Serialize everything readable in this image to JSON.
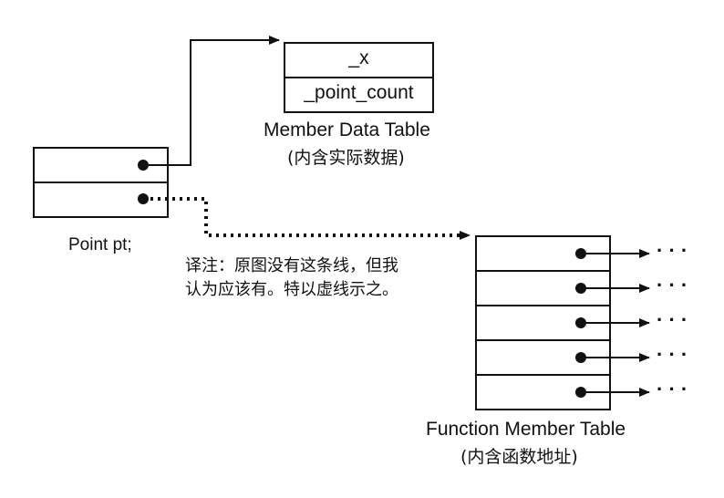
{
  "point_object": {
    "caption": "Point pt;",
    "slots": [
      "",
      ""
    ]
  },
  "member_data_table": {
    "title": "Member Data Table",
    "subtitle": "(内含实际数据)",
    "rows": [
      "_x",
      "_point_count"
    ]
  },
  "function_member_table": {
    "title": "Function Member Table",
    "subtitle": "(内含函数地址)",
    "row_count": 5,
    "ellipsis": "· · ·"
  },
  "note": {
    "line1": "译注：原图没有这条线，但我",
    "line2": "认为应该有。特以虚线示之。"
  },
  "colors": {
    "ink": "#111111",
    "background": "#ffffff"
  }
}
